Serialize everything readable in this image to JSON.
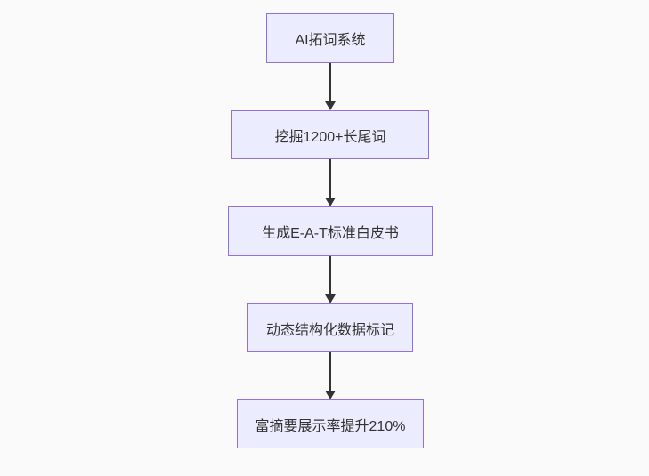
{
  "page": {
    "background": "#fafafa"
  },
  "diagram": {
    "type": "flowchart",
    "direction": "top-down",
    "colors": {
      "node_fill": "#ECECFF",
      "node_border": "#9370DB",
      "text_color": "#333333",
      "arrow_color": "#333333"
    },
    "nodes": [
      {
        "id": "n1",
        "label": "AI拓词系统"
      },
      {
        "id": "n2",
        "label": "挖掘1200+长尾词"
      },
      {
        "id": "n3",
        "label": "生成E-A-T标准白皮书"
      },
      {
        "id": "n4",
        "label": "动态结构化数据标记"
      },
      {
        "id": "n5",
        "label": "富摘要展示率提升210%"
      }
    ],
    "edges": [
      {
        "from": "n1",
        "to": "n2"
      },
      {
        "from": "n2",
        "to": "n3"
      },
      {
        "from": "n3",
        "to": "n4"
      },
      {
        "from": "n4",
        "to": "n5"
      }
    ]
  }
}
